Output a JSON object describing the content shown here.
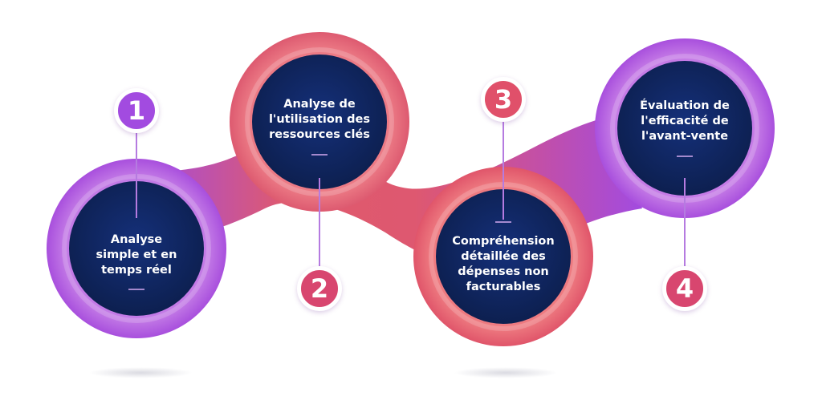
{
  "steps": [
    {
      "number": "1",
      "label": "Analyse\nsimple et en\ntemps réel",
      "color": "#a24be0"
    },
    {
      "number": "2",
      "label": "Analyse de\nl'utilisation des\nressources clés",
      "color": "#d8466f"
    },
    {
      "number": "3",
      "label": "Compréhension\ndétaillée des\ndépenses non\nfacturables",
      "color": "#e0506a"
    },
    {
      "number": "4",
      "label": "Évaluation de\nl'efficacité de\nl'avant-vente",
      "color": "#d8466f"
    }
  ],
  "colors": {
    "gradient_start": "#a24be0",
    "gradient_mid": "#e05a6c",
    "gradient_end": "#a24be0",
    "inner_circle": "#0f2460"
  }
}
